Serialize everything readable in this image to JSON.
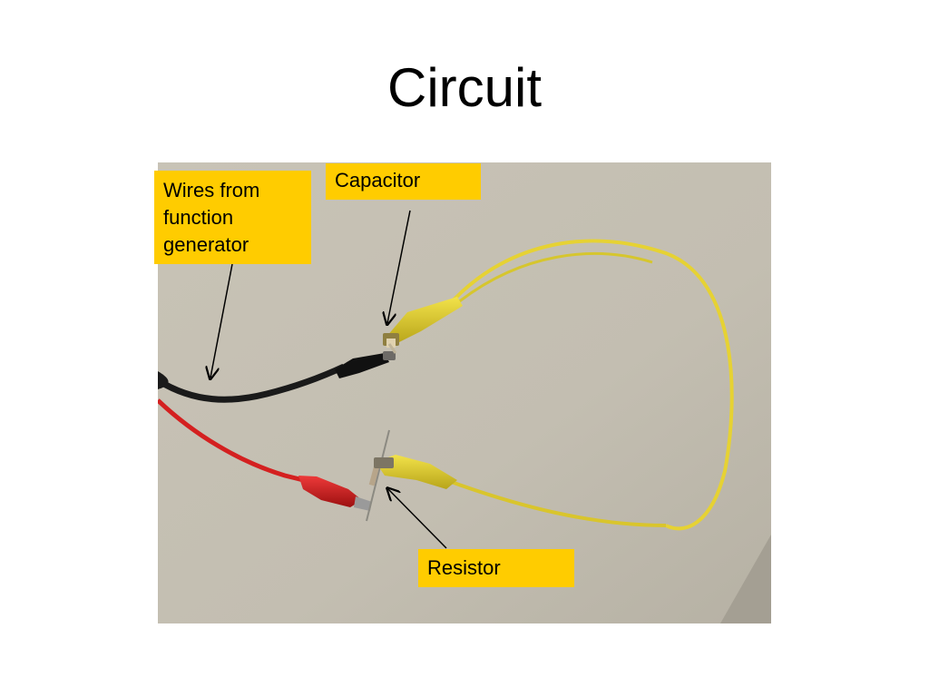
{
  "slide": {
    "title": "Circuit"
  },
  "labels": {
    "wires": "Wires from\nfunction\ngenerator",
    "capacitor": "Capacitor",
    "resistor": "Resistor"
  },
  "colors": {
    "label_background": "#ffcc00",
    "table_surface": "#c9c4b8",
    "wire_yellow": "#e6d233",
    "wire_black": "#1a1a1a",
    "wire_red": "#d42020"
  }
}
